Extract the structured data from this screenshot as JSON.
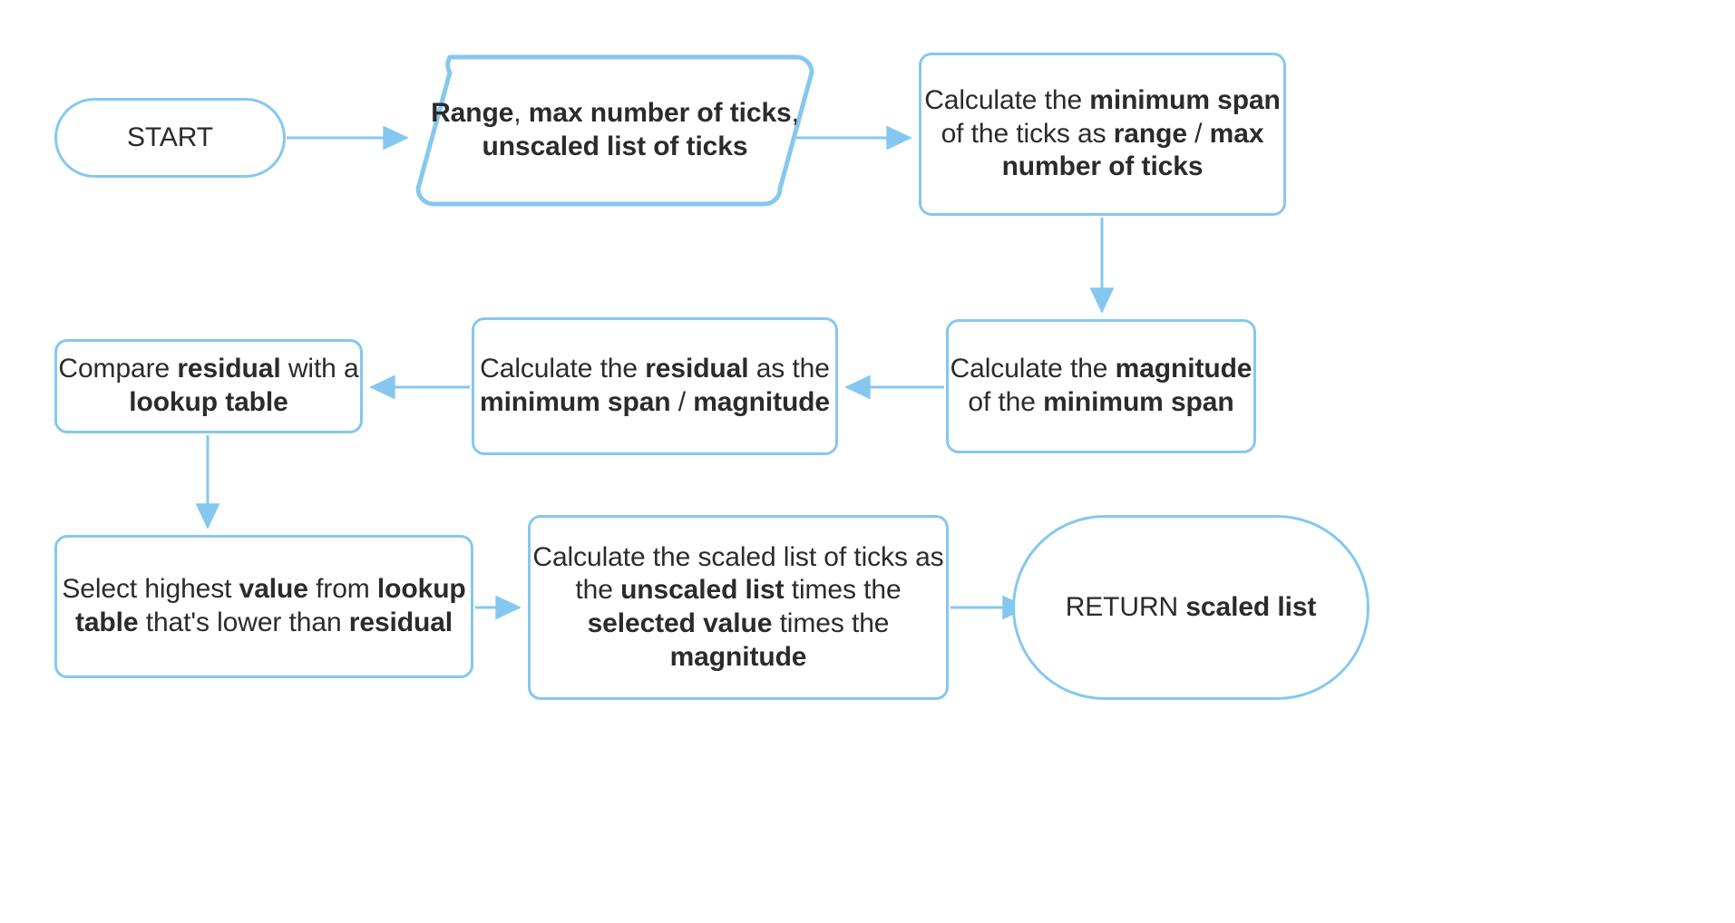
{
  "diagram": {
    "title": "Tick scaling algorithm flowchart",
    "accent_color": "#85c8ef",
    "text_color": "#2b2b2b",
    "background_color": "#ffffff",
    "nodes": [
      {
        "id": "start",
        "shape": "terminator",
        "text": "START",
        "html": "START"
      },
      {
        "id": "input",
        "shape": "parallelogram",
        "text": "Range, max number of ticks, unscaled list of ticks",
        "html": "<b>Range</b>, <b>max number of ticks</b>, <b>unscaled list of ticks</b>"
      },
      {
        "id": "minspan",
        "shape": "process",
        "text": "Calculate the minimum span of the ticks as range / max number of ticks",
        "html": "Calculate the <b>minimum span</b> of the ticks as <b>range</b> / <b>max number of ticks</b>"
      },
      {
        "id": "magnitude",
        "shape": "process",
        "text": "Calculate the magnitude of the minimum span",
        "html": "Calculate the <b>magnitude</b> of the <b>minimum span</b>"
      },
      {
        "id": "residual",
        "shape": "process",
        "text": "Calculate the residual as the minimum span / magnitude",
        "html": "Calculate the <b>residual</b> as the <b>minimum span</b> / <b>magnitude</b>"
      },
      {
        "id": "compare",
        "shape": "process",
        "text": "Compare residual with a lookup table",
        "html": "Compare <b>residual</b> with a <b>lookup table</b>"
      },
      {
        "id": "select",
        "shape": "process",
        "text": "Select highest value from lookup table that's lower than residual",
        "html": "Select highest <b>value</b> from <b>lookup table</b> that's lower than <b>residual</b>"
      },
      {
        "id": "scaled",
        "shape": "process",
        "text": "Calculate the scaled list of ticks as the unscaled list times the selected value times the magnitude",
        "html": "Calculate the scaled list of ticks as the <b>unscaled list</b> times the <b>selected value</b> times the <b>magnitude</b>"
      },
      {
        "id": "return",
        "shape": "terminator",
        "text": "RETURN scaled list",
        "html": "RETURN <b>scaled list</b>"
      }
    ],
    "edges": [
      {
        "from": "start",
        "to": "input",
        "direction": "right"
      },
      {
        "from": "input",
        "to": "minspan",
        "direction": "right"
      },
      {
        "from": "minspan",
        "to": "magnitude",
        "direction": "down"
      },
      {
        "from": "magnitude",
        "to": "residual",
        "direction": "left"
      },
      {
        "from": "residual",
        "to": "compare",
        "direction": "left"
      },
      {
        "from": "compare",
        "to": "select",
        "direction": "down"
      },
      {
        "from": "select",
        "to": "scaled",
        "direction": "right"
      },
      {
        "from": "scaled",
        "to": "return",
        "direction": "right"
      }
    ]
  }
}
